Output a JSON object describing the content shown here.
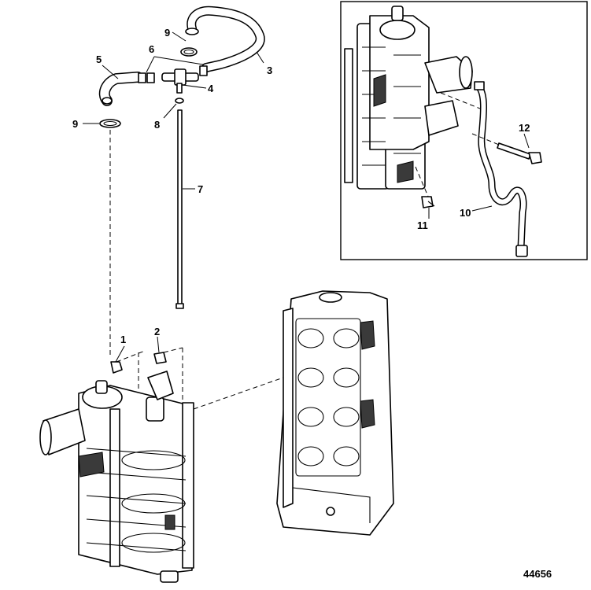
{
  "figure_number": "44656",
  "callouts": [
    {
      "id": "1",
      "text": "1"
    },
    {
      "id": "2",
      "text": "2"
    },
    {
      "id": "3",
      "text": "3"
    },
    {
      "id": "4",
      "text": "4"
    },
    {
      "id": "5",
      "text": "5"
    },
    {
      "id": "6",
      "text": "6"
    },
    {
      "id": "7",
      "text": "7"
    },
    {
      "id": "8",
      "text": "8"
    },
    {
      "id": "9a",
      "text": "9"
    },
    {
      "id": "9b",
      "text": "9"
    },
    {
      "id": "10",
      "text": "10"
    },
    {
      "id": "11",
      "text": "11"
    },
    {
      "id": "12",
      "text": "12"
    }
  ]
}
